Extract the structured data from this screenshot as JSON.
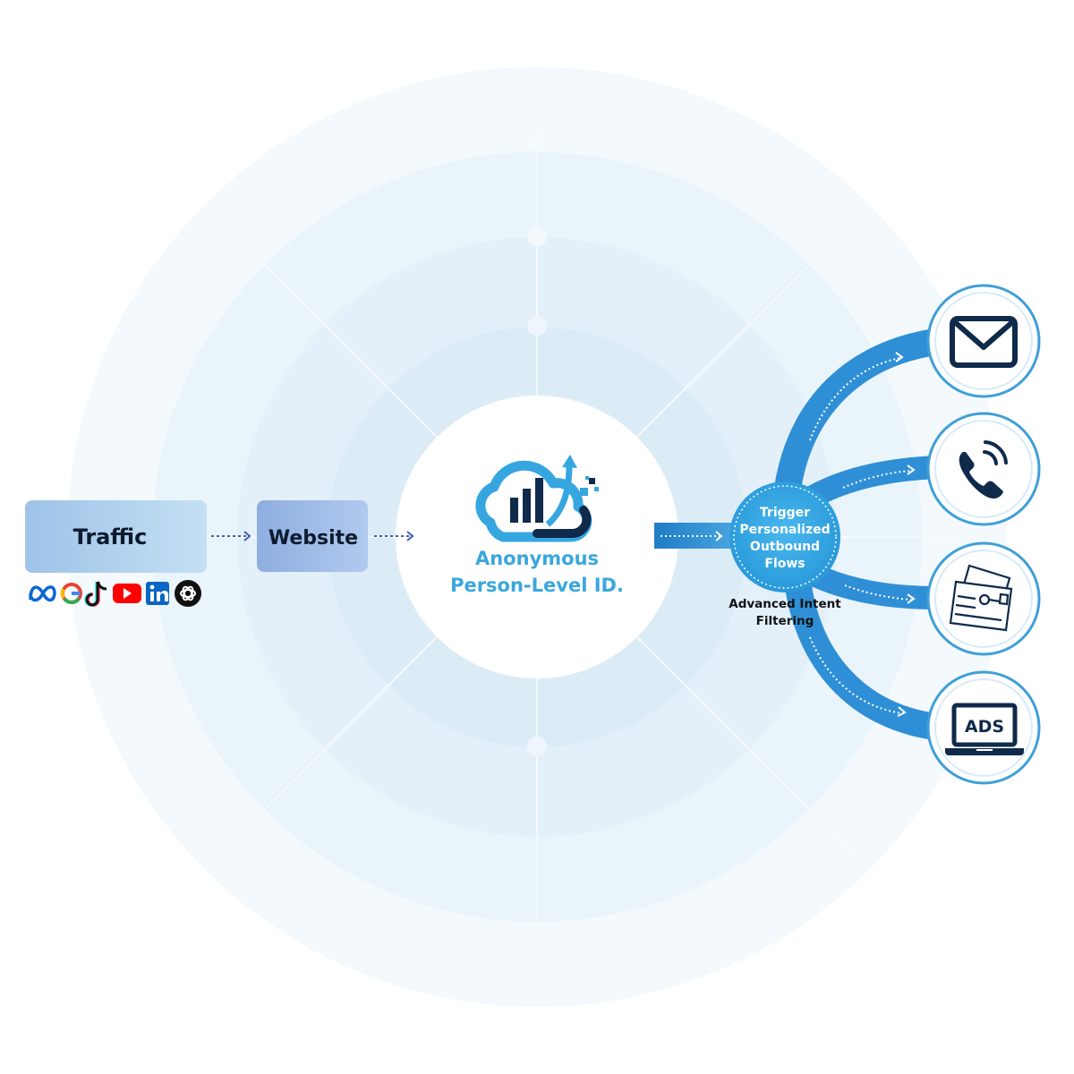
{
  "traffic": {
    "label": "Traffic",
    "sources": [
      "meta-icon",
      "google-icon",
      "tiktok-icon",
      "youtube-icon",
      "linkedin-icon",
      "openai-icon"
    ]
  },
  "website": {
    "label": "Website"
  },
  "center": {
    "title_line1": "Anonymous",
    "title_line2": "Person-Level ID.",
    "logo": "cloud-growth-chart-icon"
  },
  "trigger": {
    "line1": "Trigger",
    "line2": "Personalized",
    "line3": "Outbound",
    "line4": "Flows"
  },
  "filter_caption": {
    "line1": "Advanced Intent",
    "line2": "Filtering"
  },
  "outputs": [
    {
      "icon": "email-icon"
    },
    {
      "icon": "phone-call-icon"
    },
    {
      "icon": "direct-mail-icon"
    },
    {
      "icon": "ads-laptop-icon",
      "label": "ADS"
    }
  ],
  "colors": {
    "accent": "#3aa7dc",
    "dark_navy": "#0f2a4a",
    "ring_light": "#eef6fc",
    "box_blue": "#a9cfea"
  }
}
